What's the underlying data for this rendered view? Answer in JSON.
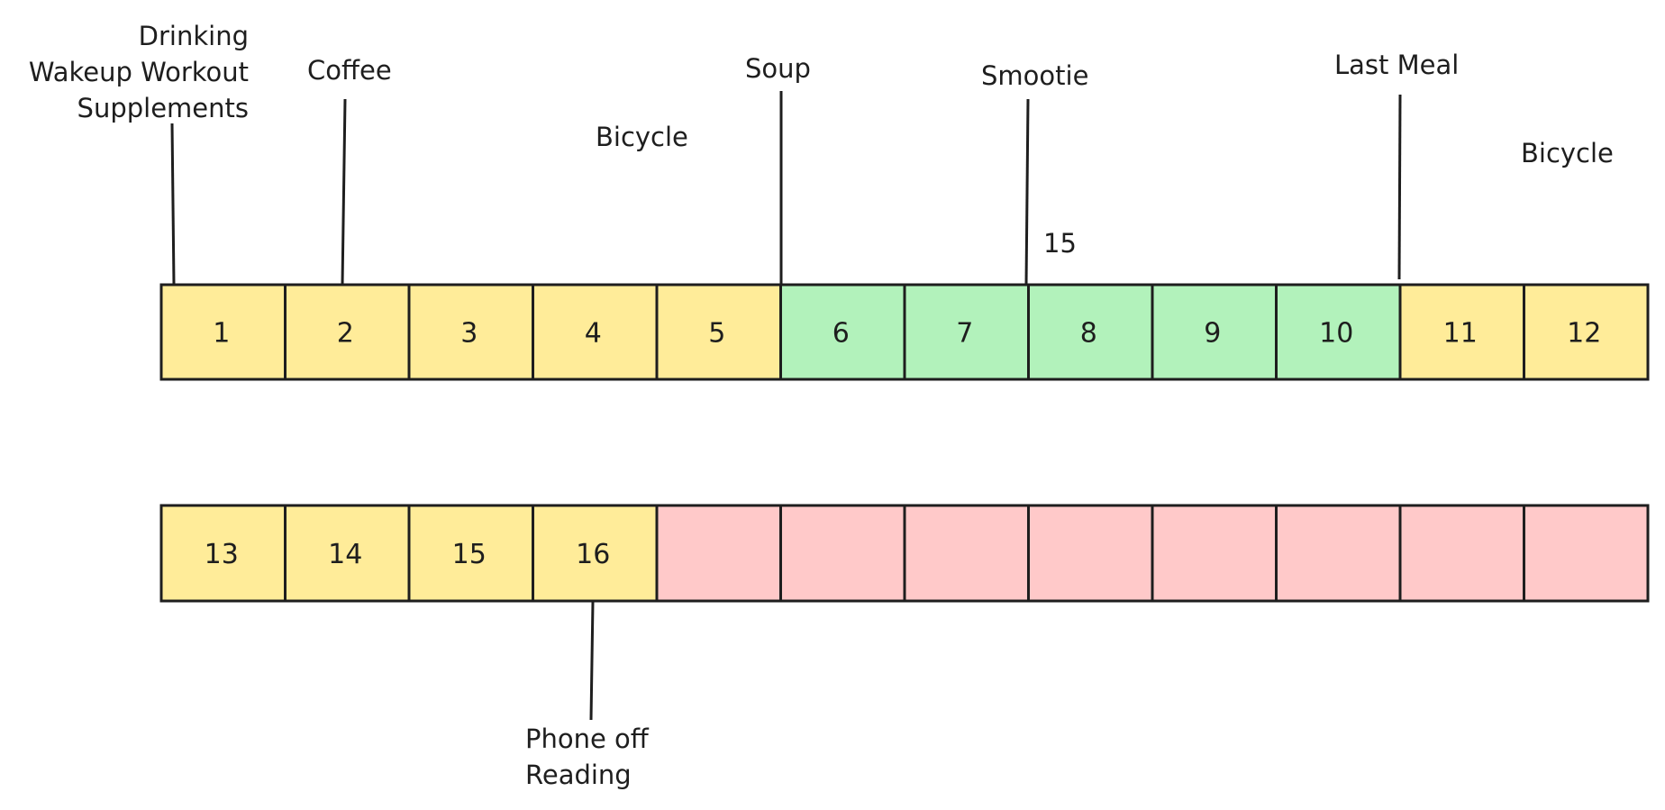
{
  "colors": {
    "yellow": "#ffec99",
    "green": "#b2f2bb",
    "red": "#ffc9c9",
    "stroke": "#1e1e1e"
  },
  "row1": [
    {
      "label": "1",
      "color": "yellow"
    },
    {
      "label": "2",
      "color": "yellow"
    },
    {
      "label": "3",
      "color": "yellow"
    },
    {
      "label": "4",
      "color": "yellow"
    },
    {
      "label": "5",
      "color": "yellow"
    },
    {
      "label": "6",
      "color": "green"
    },
    {
      "label": "7",
      "color": "green"
    },
    {
      "label": "8",
      "color": "green"
    },
    {
      "label": "9",
      "color": "green"
    },
    {
      "label": "10",
      "color": "green"
    },
    {
      "label": "11",
      "color": "yellow"
    },
    {
      "label": "12",
      "color": "yellow"
    }
  ],
  "row2": [
    {
      "label": "13",
      "color": "yellow"
    },
    {
      "label": "14",
      "color": "yellow"
    },
    {
      "label": "15",
      "color": "yellow"
    },
    {
      "label": "16",
      "color": "yellow"
    },
    {
      "label": "",
      "color": "red"
    },
    {
      "label": "",
      "color": "red"
    },
    {
      "label": "",
      "color": "red"
    },
    {
      "label": "",
      "color": "red"
    },
    {
      "label": "",
      "color": "red"
    },
    {
      "label": "",
      "color": "red"
    },
    {
      "label": "",
      "color": "red"
    },
    {
      "label": "",
      "color": "red"
    }
  ],
  "annotations": {
    "wakeup": "Drinking\nWakeup Workout\nSupplements",
    "coffee": "Coffee",
    "bicycle_morning": "Bicycle",
    "soup": "Soup",
    "smootie": "Smootie",
    "fifteen": "15",
    "last_meal": "Last Meal",
    "bicycle_evening": "Bicycle",
    "phone_off": "Phone off\nReading"
  }
}
